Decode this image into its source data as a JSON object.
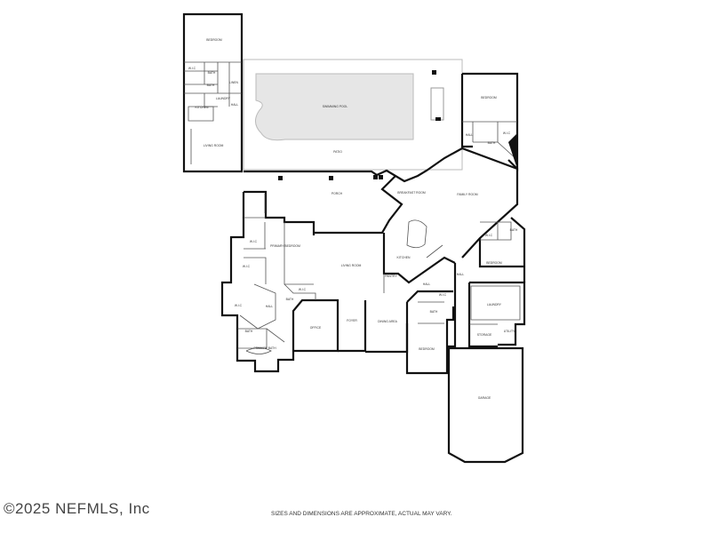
{
  "rooms": {
    "guest_bedroom": "BEDROOM",
    "guest_wic": "W.I.C",
    "guest_bath": "BATH",
    "guest_bath2": "BATH",
    "guest_linen": "LINEN",
    "guest_laundry": "LAUNDRY",
    "guest_hall": "HALL",
    "guest_kitchen": "KITCHEN",
    "guest_living": "LIVING ROOM",
    "pool": "SWIMMING POOL",
    "patio": "PATIO",
    "ne_bedroom": "BEDROOM",
    "ne_hall": "HALL",
    "ne_bath": "BATH",
    "ne_wic": "W.I.C",
    "porch": "PORCH",
    "breakfast": "BREAKFAST ROOM",
    "family": "FAMILY ROOM",
    "primary_bedroom": "PRIMARY BEDROOM",
    "wic1": "W.I.C",
    "wic2": "W.I.C",
    "wic3": "W.I.C",
    "wic4": "W.I.C",
    "primary_hall": "HALL",
    "bath_small": "BATH",
    "bath_primary_wc": "BATH",
    "primary_bath": "PRIMARY BATH",
    "office": "OFFICE",
    "foyer": "FOYER",
    "living": "LIVING ROOM",
    "dining": "DINING AREA",
    "kitchen": "KITCHEN",
    "pantry": "PANTRY",
    "center_hall": "HALL",
    "center_wic": "W.I.C",
    "center_bath": "BATH",
    "center_bedroom": "BEDROOM",
    "east_hall": "HALL",
    "east_bedroom": "BEDROOM",
    "east_wic": "W.I.C",
    "east_bath": "BATH",
    "laundry": "LAUNDRY",
    "storage": "STORAGE",
    "utility": "UTILITY",
    "garage": "GARAGE"
  },
  "footer": {
    "watermark": "©2025 NEFMLS, Inc",
    "disclaimer": "SIZES AND DIMENSIONS ARE APPROXIMATE, ACTUAL MAY VARY."
  }
}
